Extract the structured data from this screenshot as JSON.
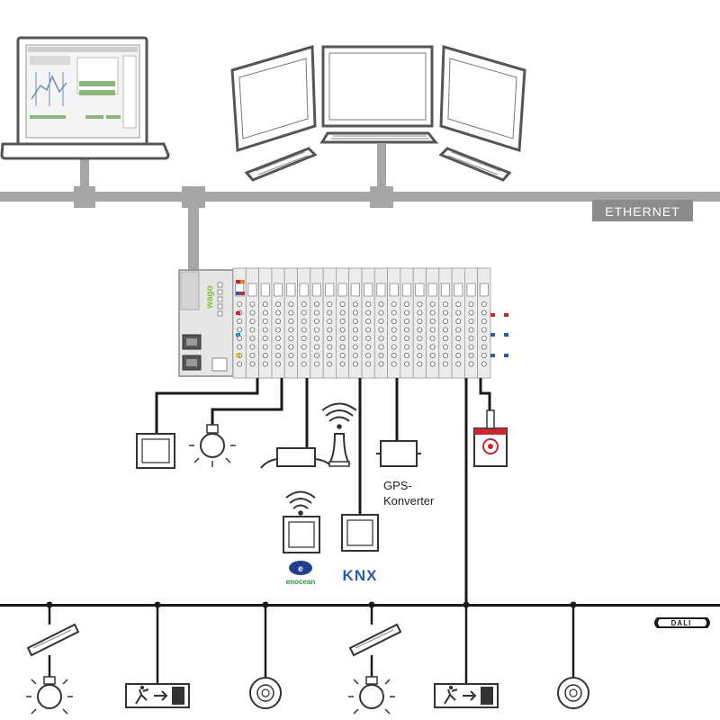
{
  "labels": {
    "ethernet": "ETHERNET",
    "gps_line1": "GPS-",
    "gps_line2": "Konverter",
    "enocean": "enocean",
    "knx": "KNX",
    "dali": "DALI",
    "controller_brand": "wago"
  },
  "colors": {
    "network_gray": "#a6a6a6",
    "ethernet_box": "#8c8c8c",
    "bus_line": "#1a1a1a",
    "device_stroke": "#333333",
    "module_fill": "#e9e9e9",
    "enocean_blue": "#1f3f8f",
    "knx_green": "#7cbf3a",
    "knx_blue": "#2a5caa",
    "wago_green": "#7bbf2e",
    "alarm_red": "#c8282d"
  },
  "icons": {
    "workstation": "laptop-icon",
    "monitors": "monitor-icon",
    "switch": "wall-switch-icon",
    "lamp": "light-bulb-icon",
    "sensor": "motion-sensor-icon",
    "emergency": "emergency-exit-sign-icon",
    "ballast": "dali-ballast-icon",
    "wireless": "wireless-signal-icon"
  }
}
